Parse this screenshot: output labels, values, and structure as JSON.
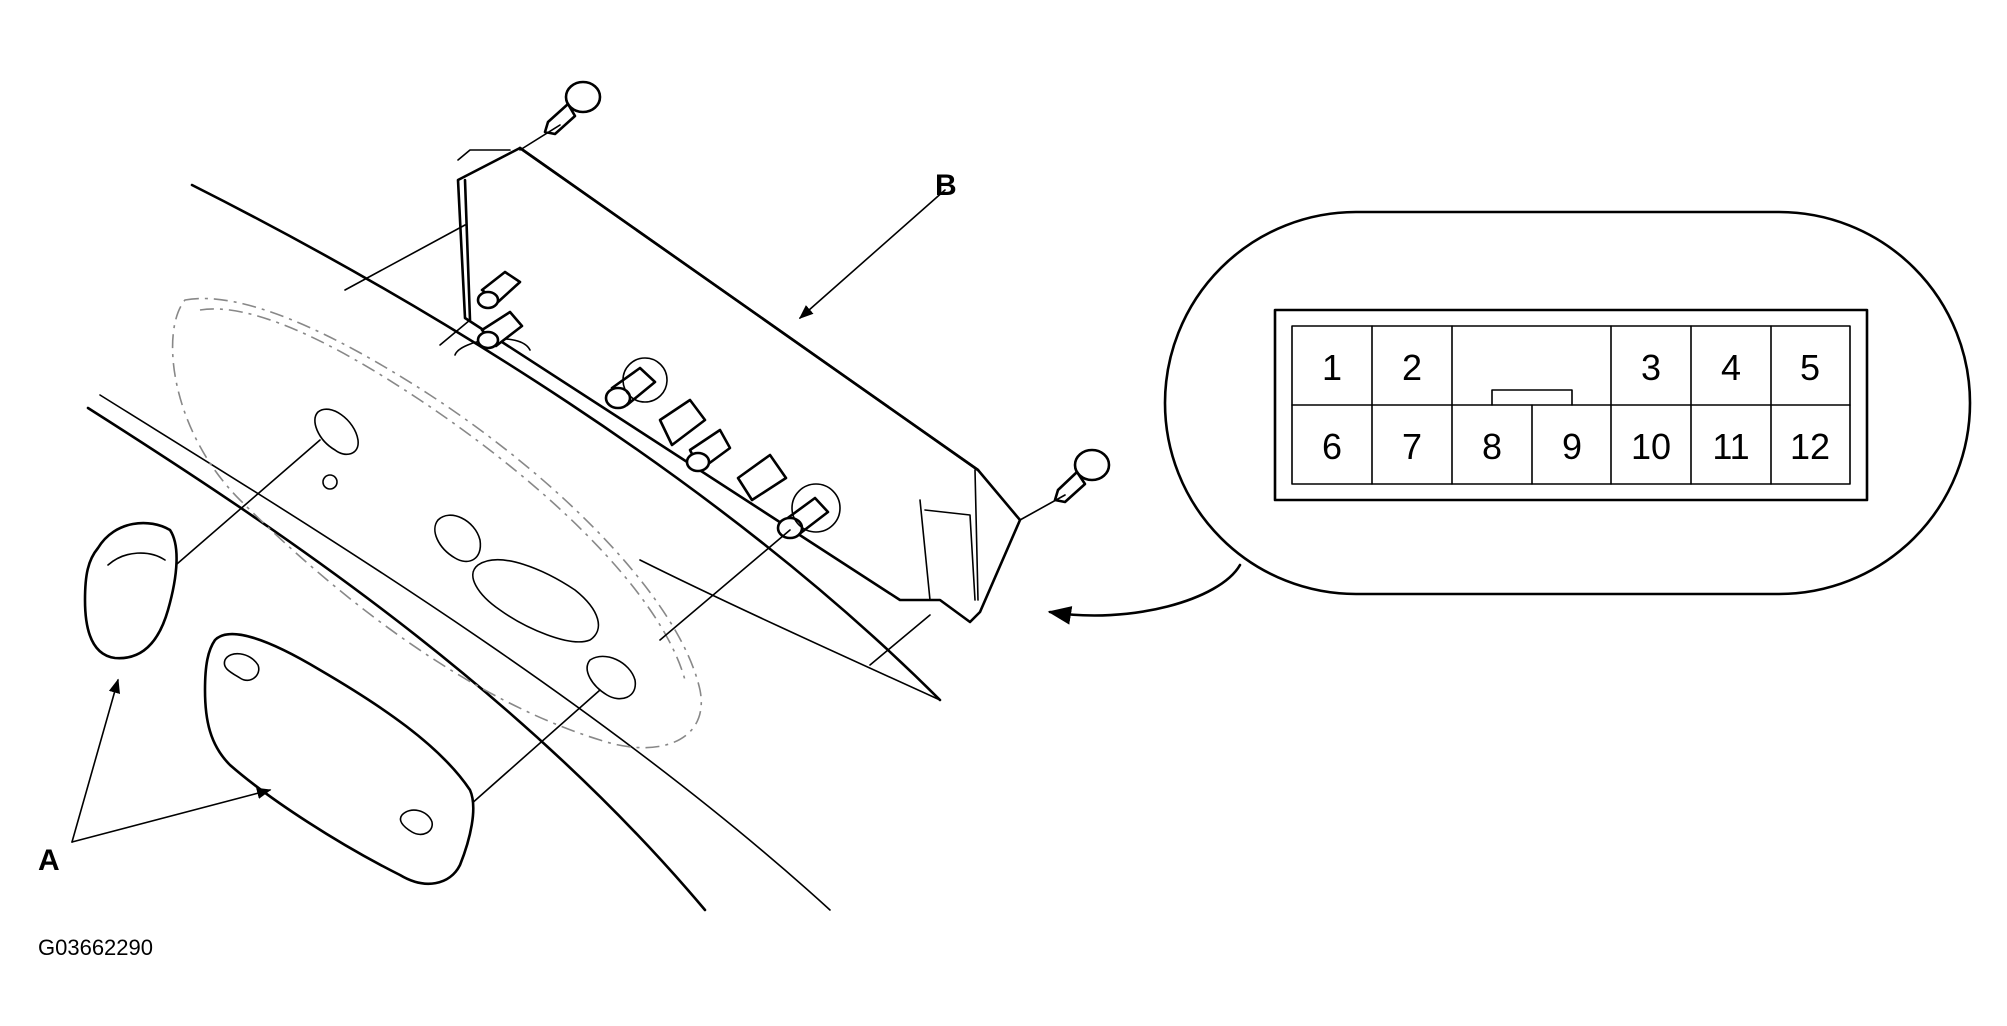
{
  "labels": {
    "part_a": "A",
    "part_b": "B"
  },
  "figure_code": "G03662290",
  "connector": {
    "top_row": [
      "1",
      "2",
      "3",
      "4",
      "5"
    ],
    "bottom_row": [
      "6",
      "7",
      "8",
      "9",
      "10",
      "11",
      "12"
    ]
  }
}
